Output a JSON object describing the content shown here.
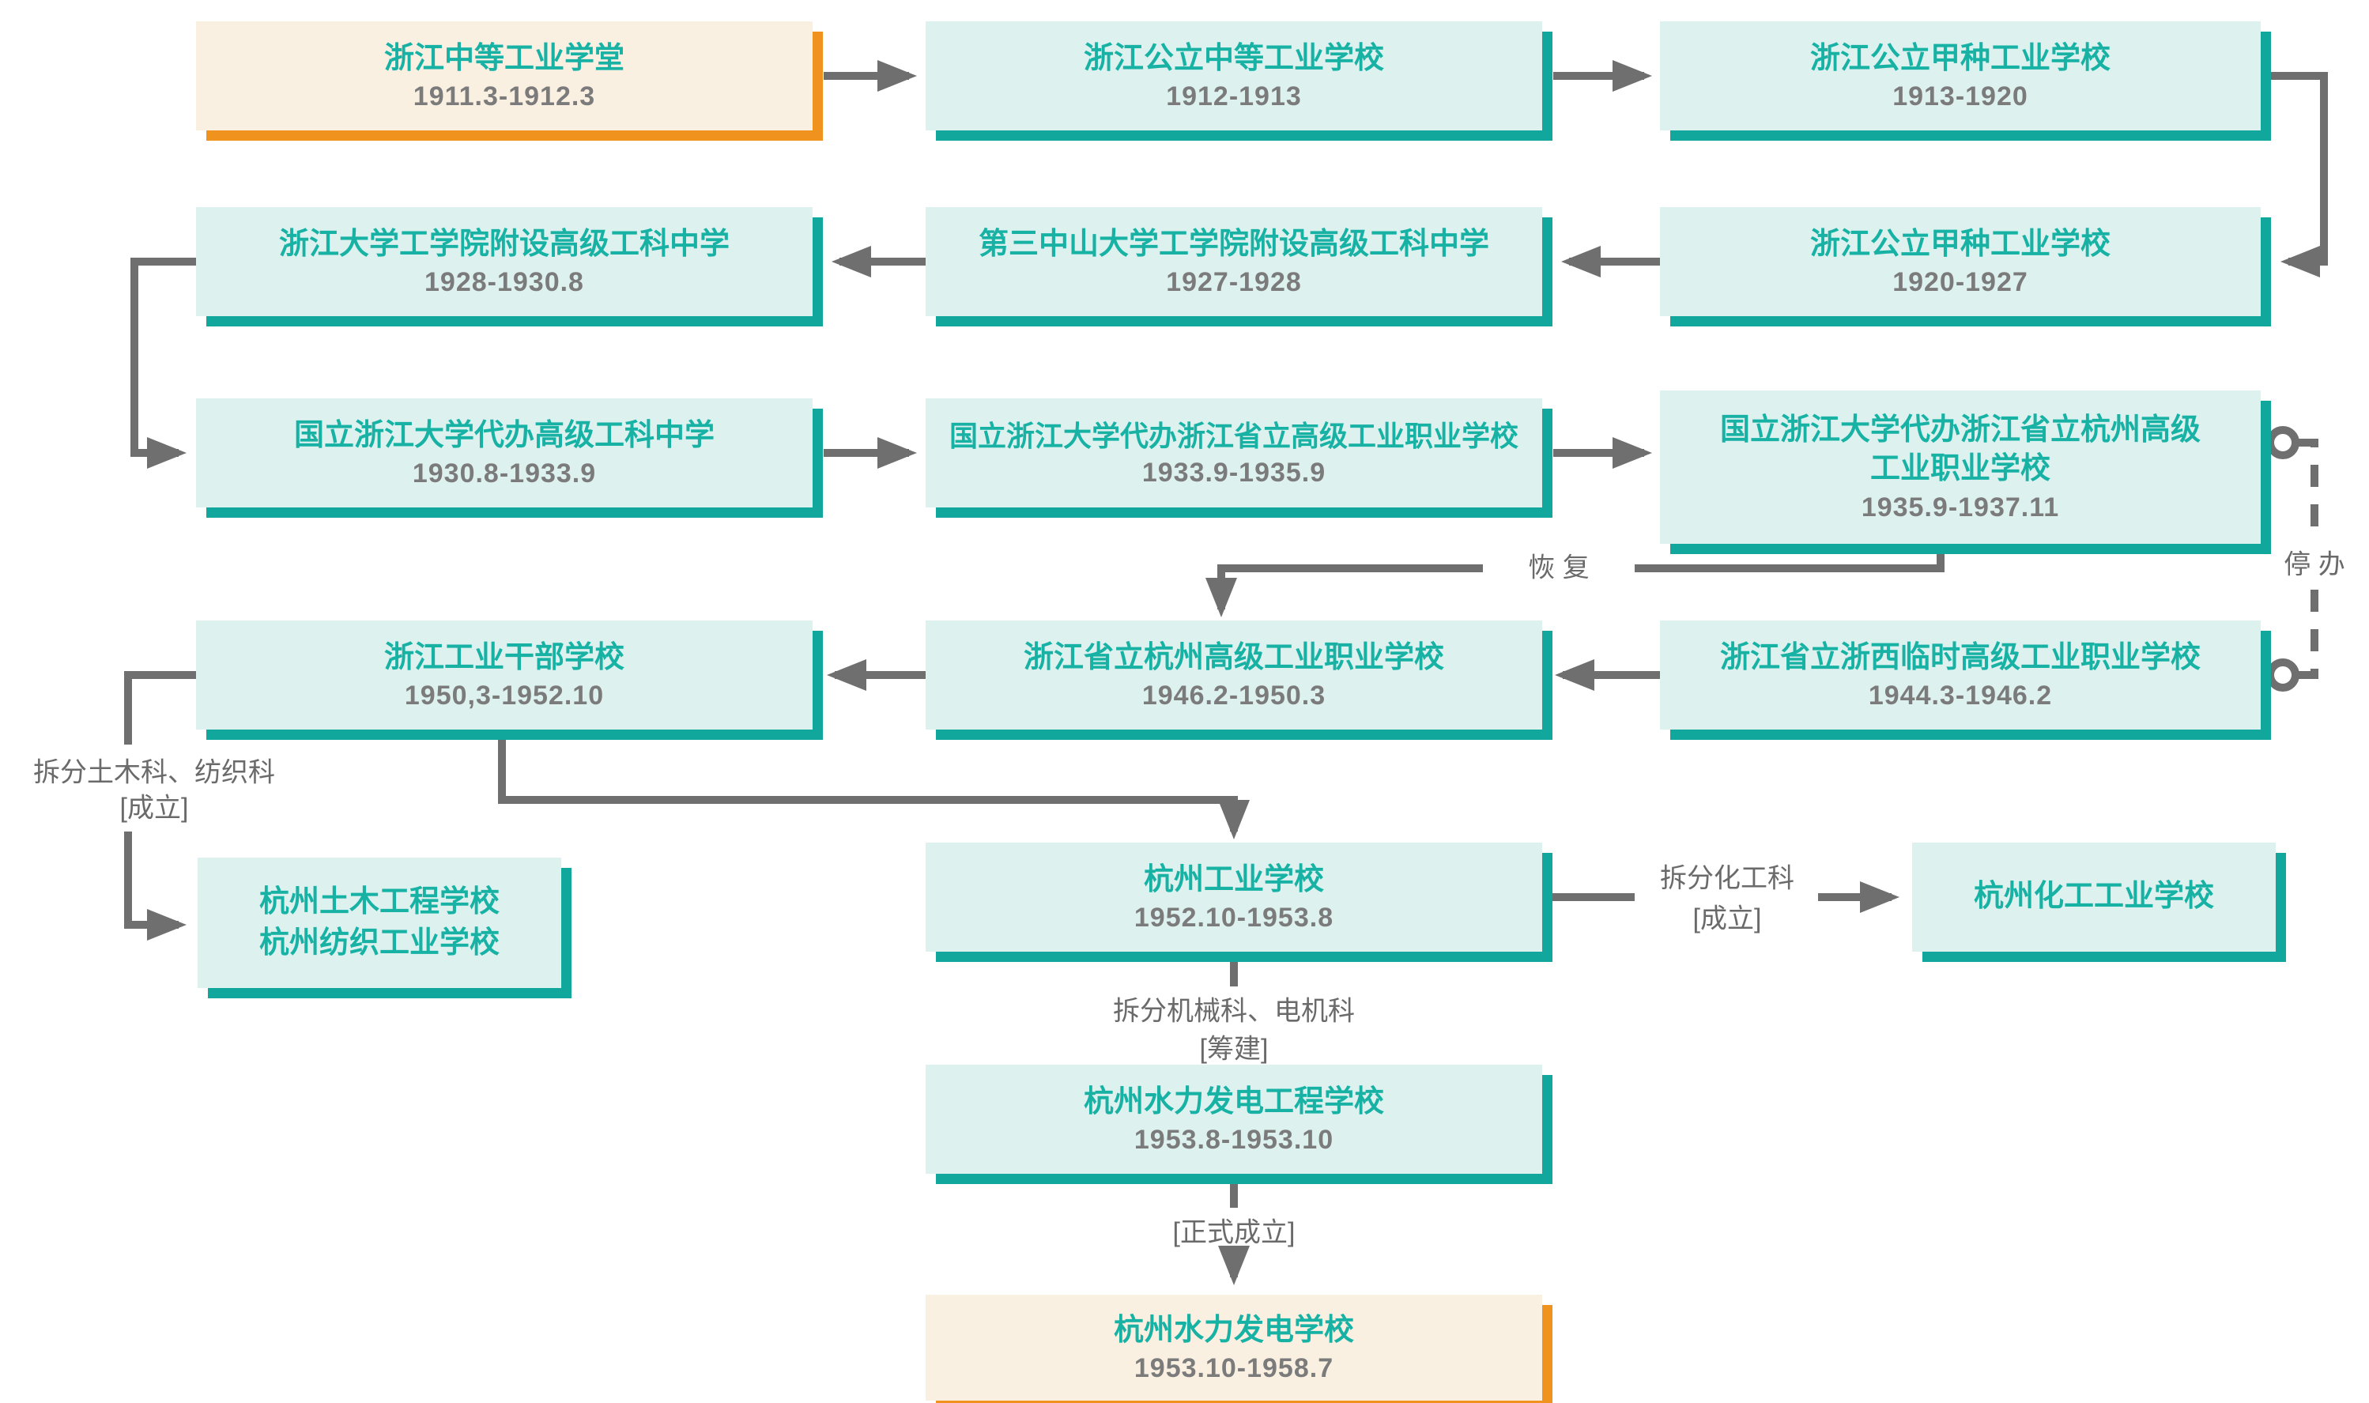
{
  "diagram": {
    "type": "flowchart",
    "subject": "school-history-evolution",
    "colors": {
      "teal_edge": "#12A79C",
      "teal_fill": "#DDF1EF",
      "teal_text": "#18B2A5",
      "orange_edge": "#F0931E",
      "cream_fill": "#FAF0E2",
      "connector_gray": "#6F6F6F",
      "date_gray": "#7B7B7B",
      "label_gray": "#6A6A6A"
    }
  },
  "nodes": [
    {
      "title_lines": [
        "浙江中等工业学堂"
      ],
      "date": "1911.3-1912.3",
      "style": "orange"
    },
    {
      "title_lines": [
        "浙江公立中等工业学校"
      ],
      "date": "1912-1913",
      "style": "teal"
    },
    {
      "title_lines": [
        "浙江公立甲种工业学校"
      ],
      "date": "1913-1920",
      "style": "teal"
    },
    {
      "title_lines": [
        "浙江大学工学院附设高级工科中学"
      ],
      "date": "1928-1930.8",
      "style": "teal"
    },
    {
      "title_lines": [
        "第三中山大学工学院附设高级工科中学"
      ],
      "date": "1927-1928",
      "style": "teal"
    },
    {
      "title_lines": [
        "浙江公立甲种工业学校"
      ],
      "date": "1920-1927",
      "style": "teal"
    },
    {
      "title_lines": [
        "国立浙江大学代办高级工科中学"
      ],
      "date": "1930.8-1933.9",
      "style": "teal"
    },
    {
      "title_lines": [
        "国立浙江大学代办浙江省立高级工业职业学校"
      ],
      "date": "1933.9-1935.9",
      "style": "teal"
    },
    {
      "title_lines": [
        "国立浙江大学代办浙江省立杭州高级",
        "工业职业学校"
      ],
      "date": "1935.9-1937.11",
      "style": "teal"
    },
    {
      "title_lines": [
        "浙江工业干部学校"
      ],
      "date": "1950,3-1952.10",
      "style": "teal"
    },
    {
      "title_lines": [
        "浙江省立杭州高级工业职业学校"
      ],
      "date": "1946.2-1950.3",
      "style": "teal"
    },
    {
      "title_lines": [
        "浙江省立浙西临时高级工业职业学校"
      ],
      "date": "1944.3-1946.2",
      "style": "teal"
    },
    {
      "title_lines": [
        "杭州土木工程学校",
        "杭州纺织工业学校"
      ],
      "date": "",
      "style": "teal"
    },
    {
      "title_lines": [
        "杭州工业学校"
      ],
      "date": "1952.10-1953.8",
      "style": "teal"
    },
    {
      "title_lines": [
        "杭州化工工业学校"
      ],
      "date": "",
      "style": "teal"
    },
    {
      "title_lines": [
        "杭州水力发电工程学校"
      ],
      "date": "1953.8-1953.10",
      "style": "teal"
    },
    {
      "title_lines": [
        "杭州水力发电学校"
      ],
      "date": "1953.10-1958.7",
      "style": "orange"
    }
  ],
  "edge_labels": {
    "recover": "恢 复",
    "suspend": "停 办",
    "split_civil": "拆分土木科、纺织科",
    "established1": "[成立]",
    "split_chemical": "拆分化工科",
    "established2": "[成立]",
    "split_mech": "拆分机械科、电机科",
    "prepare": "[筹建]",
    "official": "[正式成立]"
  }
}
